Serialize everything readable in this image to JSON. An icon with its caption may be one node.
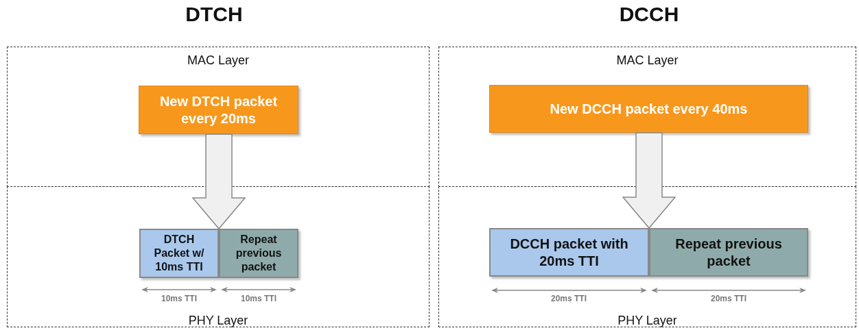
{
  "diagram": {
    "nodes": [
      {
        "text": [
          "MAC Layer"
        ]
      },
      {
        "text": [
          "New DTCH packet every 20ms"
        ],
        "in": 0
      },
      {
        "text": [
          "PHY Layer"
        ]
      },
      {
        "text": [
          "DTCH Packet w/ 10ms TTI"
        ],
        "in": 2
      },
      {
        "text": [
          "Repeat previous packet"
        ],
        "in": 2
      },
      {
        "text": [
          "MAC Layer"
        ]
      },
      {
        "text": [
          "New DCCH packet every 40ms"
        ],
        "in": 5
      },
      {
        "text": [
          "PHY Layer"
        ]
      },
      {
        "text": [
          "DCCH packet with 20ms TTI"
        ],
        "in": 7
      },
      {
        "text": [
          "Repeat previous packet"
        ],
        "in": 7
      }
    ],
    "edges": [
      {
        "from": 1,
        "to": 3,
        "arrow": "to"
      },
      {
        "from": 6,
        "to": 8,
        "arrow": "to"
      }
    ],
    "labels": [
      "DTCH",
      "DCCH",
      "10ms TTI",
      "10ms TTI",
      "20ms TTI",
      "20ms TTI"
    ]
  }
}
